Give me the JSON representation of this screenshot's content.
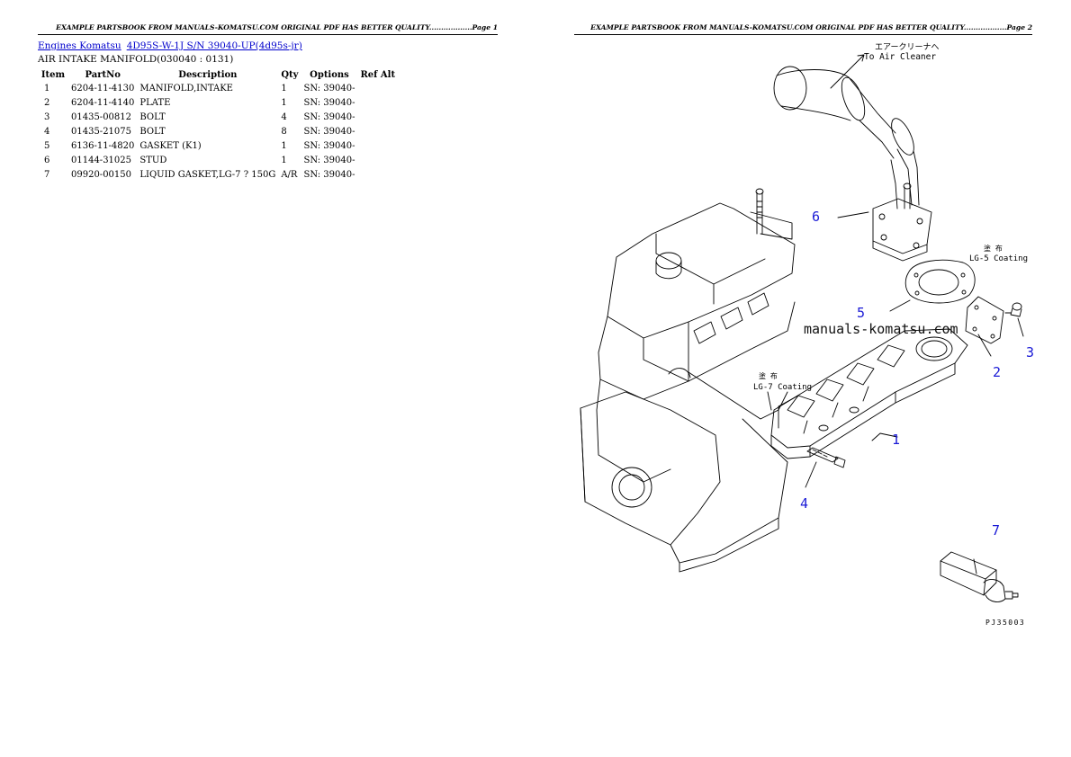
{
  "pages": [
    {
      "header": "EXAMPLE PARTSBOOK FROM MANUALS-KOMATSU.COM ORIGINAL PDF HAS BETTER QUALITY..................Page 1",
      "breadcrumb": [
        "Engines Komatsu",
        "4D95S-W-1J S/N 39040-UP(4d95s-jr)"
      ],
      "title": "AIR INTAKE MANIFOLD(030040 : 0131)",
      "table": {
        "columns": [
          "Item",
          "PartNo",
          "Description",
          "Qty",
          "Options",
          "Ref Alt"
        ],
        "rows": [
          [
            "1",
            "6204-11-4130",
            "MANIFOLD,INTAKE",
            "1",
            "SN: 39040-",
            ""
          ],
          [
            "2",
            "6204-11-4140",
            "PLATE",
            "1",
            "SN: 39040-",
            ""
          ],
          [
            "3",
            "01435-00812",
            "BOLT",
            "4",
            "SN: 39040-",
            ""
          ],
          [
            "4",
            "01435-21075",
            "BOLT",
            "8",
            "SN: 39040-",
            ""
          ],
          [
            "5",
            "6136-11-4820",
            "GASKET (K1)",
            "1",
            "SN: 39040-",
            ""
          ],
          [
            "6",
            "01144-31025",
            "STUD",
            "1",
            "SN: 39040-",
            ""
          ],
          [
            "7",
            "09920-00150",
            "LIQUID GASKET,LG-7 ? 150G",
            "A/R",
            "SN: 39040-",
            ""
          ]
        ]
      }
    },
    {
      "header": "EXAMPLE PARTSBOOK FROM MANUALS-KOMATSU.COM ORIGINAL PDF HAS BETTER QUALITY..................Page 2",
      "diagram": {
        "callouts": [
          "1",
          "2",
          "3",
          "4",
          "5",
          "6",
          "7"
        ],
        "annotations": {
          "air_cleaner_jp": "エアークリーナへ",
          "air_cleaner": "To Air Cleaner",
          "coating_jp": "塗 布",
          "lg5": "LG-5 Coating",
          "lg7": "LG-7 Coating",
          "watermark": "manuals-komatsu.com",
          "figure_code": "PJ35003"
        },
        "colors": {
          "callout": "#1a1ad6",
          "line": "#000000"
        }
      }
    }
  ]
}
